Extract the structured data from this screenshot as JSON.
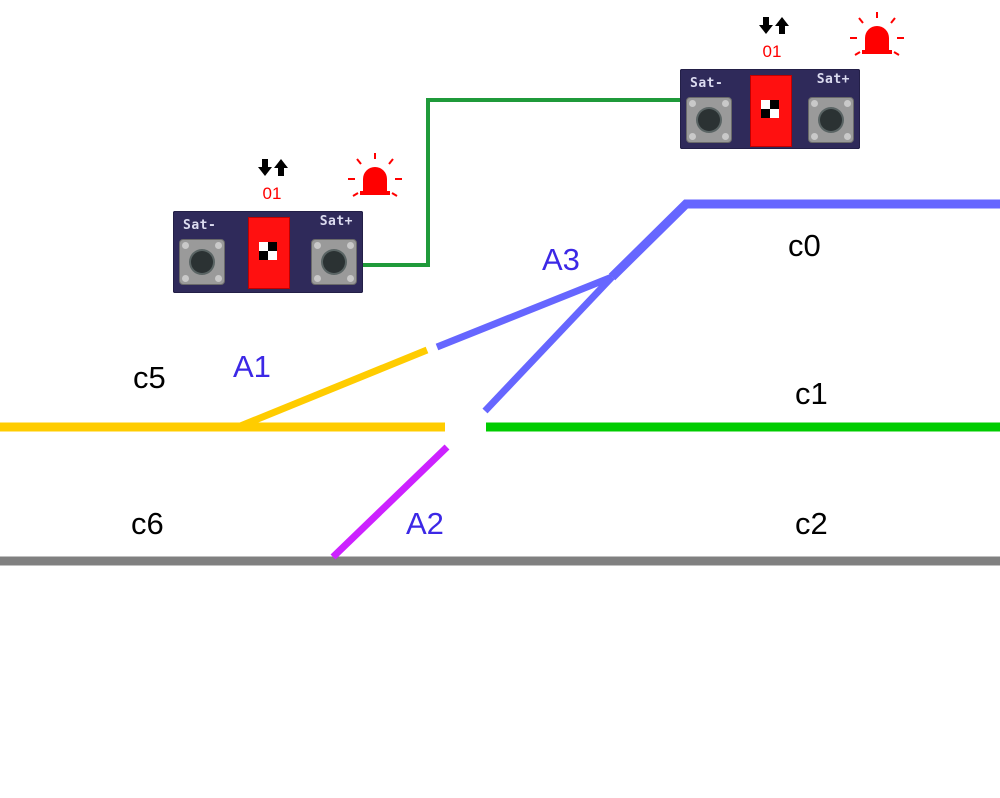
{
  "tracks": {
    "c0": "c0",
    "c1": "c1",
    "c2": "c2",
    "c5": "c5",
    "c6": "c6"
  },
  "turnouts": {
    "A1": "A1",
    "A2": "A2",
    "A3": "A3"
  },
  "controller_left": {
    "address": "01",
    "sat_minus": "Sat-",
    "sat_plus": "Sat+"
  },
  "controller_right": {
    "address": "01",
    "sat_minus": "Sat-",
    "sat_plus": "Sat+"
  },
  "icons": [
    "swap-arrows-icon",
    "alarm-light-icon",
    "dip-switch-icon",
    "push-button-icon"
  ],
  "colors": {
    "yellow_track": "#ffcc00",
    "green_track": "#00cc00",
    "blue_track": "#6666ff",
    "purple_track": "#cc22ff",
    "gray_track": "#808080",
    "wire": "#1f9a3a",
    "alarm": "#ff0000",
    "board": "#2f2a5a",
    "turnout_label": "#3c28e6"
  }
}
